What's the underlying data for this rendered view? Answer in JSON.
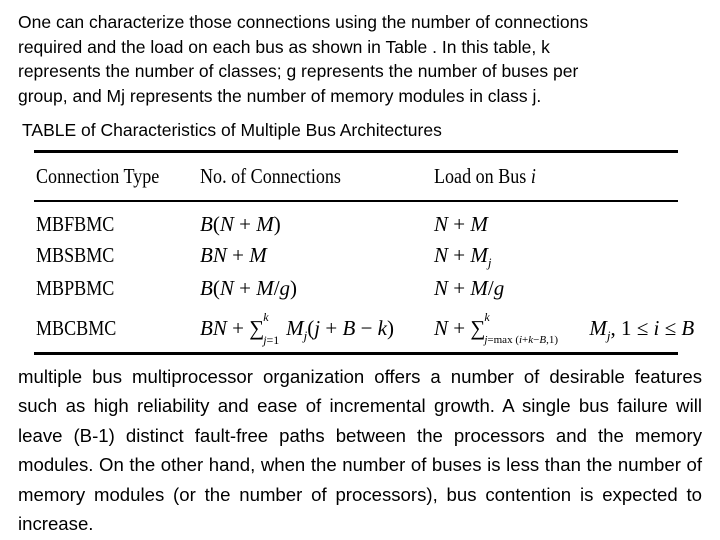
{
  "intro": "One can characterize those connections using the number of connections\nrequired and the load on each bus as shown in Table . In this table, k\nrepresents the number of classes; g represents the number of buses per\ngroup, and Mj represents the number of memory modules in class j.",
  "caption": "TABLE of  Characteristics of Multiple Bus Architectures",
  "table": {
    "headers": [
      "Connection Type",
      "No. of Connections",
      "Load on Bus i"
    ],
    "rows": [
      {
        "type": "MBFBMC",
        "connections": "B(N + M)",
        "load": "N + M"
      },
      {
        "type": "MBSBMC",
        "connections": "BN + M",
        "load": "N + Mj"
      },
      {
        "type": "MBPBMC",
        "connections": "B(N + M/g)",
        "load": "N + M/g"
      },
      {
        "type": "MBCBMC",
        "connections": "BN + ∑ j=1..k Mj(j + B − k)",
        "load": "N + ∑ j=max(i+k−B,1)..k Mj, 1 ≤ i ≤ B"
      }
    ]
  },
  "body": "multiple bus multiprocessor organization offers a number of desirable features such as high reliability and ease of incremental growth. A single bus failure will leave (B-1) distinct fault-free paths between the processors and the memory modules. On the other hand, when the number of buses is less than the number of memory modules (or the number of processors), bus contention is expected to increase."
}
